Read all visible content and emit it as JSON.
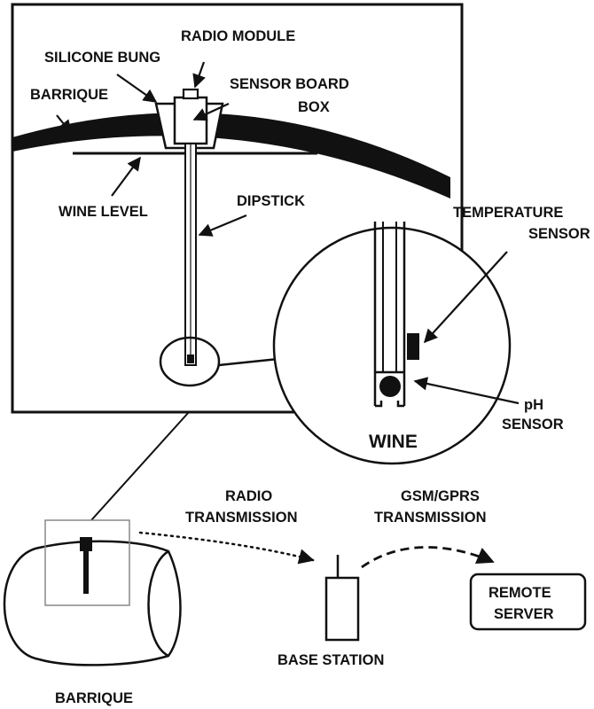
{
  "labels": {
    "radio_module": "RADIO MODULE",
    "silicone_bung": "SILICONE BUNG",
    "barrique_top": "BARRIQUE",
    "sensor_board_line1": "SENSOR BOARD",
    "sensor_board_line2": "BOX",
    "wine_level": "WINE LEVEL",
    "dipstick": "DIPSTICK",
    "temp_sensor_line1": "TEMPERATURE",
    "temp_sensor_line2": "SENSOR",
    "ph_sensor_line1": "pH",
    "ph_sensor_line2": "SENSOR",
    "wine": "WINE",
    "radio_tx_line1": "RADIO",
    "radio_tx_line2": "TRANSMISSION",
    "gsm_tx_line1": "GSM/GPRS",
    "gsm_tx_line2": "TRANSMISSION",
    "remote_server_line1": "REMOTE",
    "remote_server_line2": "SERVER",
    "base_station": "BASE STATION",
    "barrique_bottom": "BARRIQUE"
  },
  "colors": {
    "ink": "#111111",
    "background": "#ffffff"
  }
}
